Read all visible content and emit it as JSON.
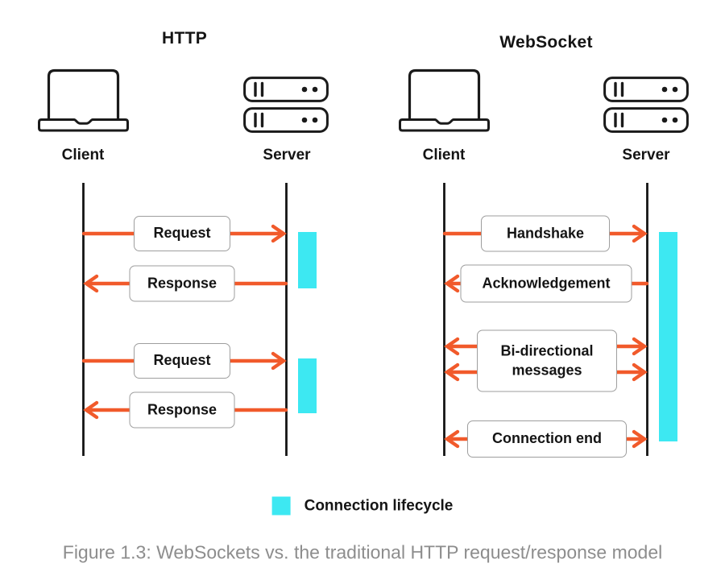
{
  "diagram": {
    "http": {
      "title": "HTTP",
      "client_label": "Client",
      "server_label": "Server",
      "client_icon": "laptop-icon",
      "server_icon": "server-rack-icon",
      "messages": [
        {
          "label": "Request",
          "direction": "client-to-server"
        },
        {
          "label": "Response",
          "direction": "server-to-client"
        },
        {
          "label": "Request",
          "direction": "client-to-server"
        },
        {
          "label": "Response",
          "direction": "server-to-client"
        }
      ],
      "connection_bars": 2
    },
    "websocket": {
      "title": "WebSocket",
      "client_label": "Client",
      "server_label": "Server",
      "client_icon": "laptop-icon",
      "server_icon": "server-rack-icon",
      "messages": [
        {
          "label": "Handshake",
          "direction": "client-to-server"
        },
        {
          "label": "Acknowledgement",
          "direction": "server-to-client"
        },
        {
          "label": "Bi-directional messages",
          "direction": "bidirectional"
        },
        {
          "label": "Connection end",
          "direction": "bidirectional"
        }
      ],
      "connection_bars": 1
    },
    "legend": {
      "label": "Connection lifecycle",
      "swatch_color": "#3de8f2"
    },
    "caption": "Figure 1.3: WebSockets vs. the traditional HTTP request/response model",
    "colors": {
      "arrow": "#f15a2b",
      "lifecycle_bar": "#3de8f2",
      "lifeline": "#141414",
      "box_border": "#9e9e9e",
      "caption_text": "#8d8d8d"
    }
  }
}
